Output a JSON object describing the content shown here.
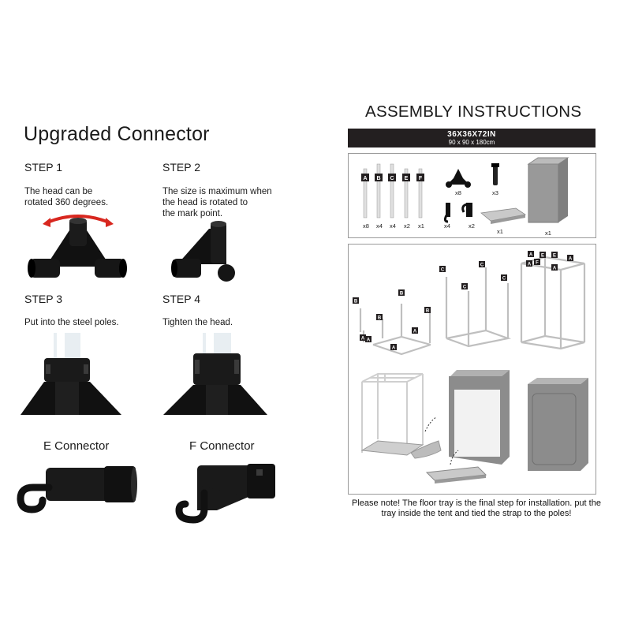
{
  "left": {
    "title": "Upgraded Connector",
    "steps": [
      {
        "label": "STEP 1",
        "text": "The head can be\nrotated 360 degrees."
      },
      {
        "label": "STEP 2",
        "text": "The size is maximum when\nthe head is rotated to\nthe mark point."
      },
      {
        "label": "STEP 3",
        "text": "Put into the steel poles."
      },
      {
        "label": "STEP 4",
        "text": "Tighten the head."
      }
    ],
    "connectors": [
      {
        "label": "E Connector"
      },
      {
        "label": "F Connector"
      }
    ]
  },
  "right": {
    "title": "ASSEMBLY INSTRUCTIONS",
    "size_imperial": "36X36X72IN",
    "size_metric": "90 x 90 x 180cm",
    "parts": {
      "poles": [
        {
          "letter": "A",
          "qty": "x8"
        },
        {
          "letter": "B",
          "qty": "x4"
        },
        {
          "letter": "C",
          "qty": "x4"
        },
        {
          "letter": "E",
          "qty": "x2"
        },
        {
          "letter": "F",
          "qty": "x1"
        }
      ],
      "corner_connector_qty": "x8",
      "strap_qty": "x3",
      "hook_e_qty": "x4",
      "hook_f_qty": "x2",
      "tray_qty": "x1",
      "tent_qty": "x1"
    },
    "note": "Please note! The floor tray is the final step for installation. put the tray inside the tent and tied the strap to the poles!"
  },
  "colors": {
    "black": "#231f20",
    "tent_gray": "#8c8c8c",
    "frame_gray": "#bfbfbf"
  }
}
